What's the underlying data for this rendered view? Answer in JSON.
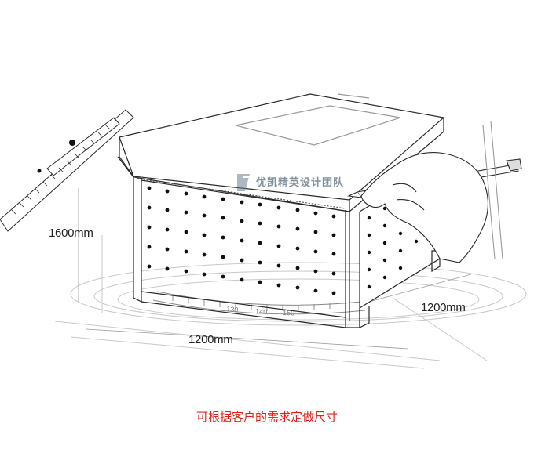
{
  "dimensions": {
    "height": "1600mm",
    "depth": "1200mm",
    "width": "1200mm"
  },
  "caption": "可根据客户的需求定做尺寸",
  "watermark": "优凯精英设计团队",
  "ruler_marks": [
    "150",
    "140",
    "130"
  ],
  "colors": {
    "line": "#2a2a2a",
    "faint": "#b8b8b8",
    "caption": "#e0241b"
  }
}
